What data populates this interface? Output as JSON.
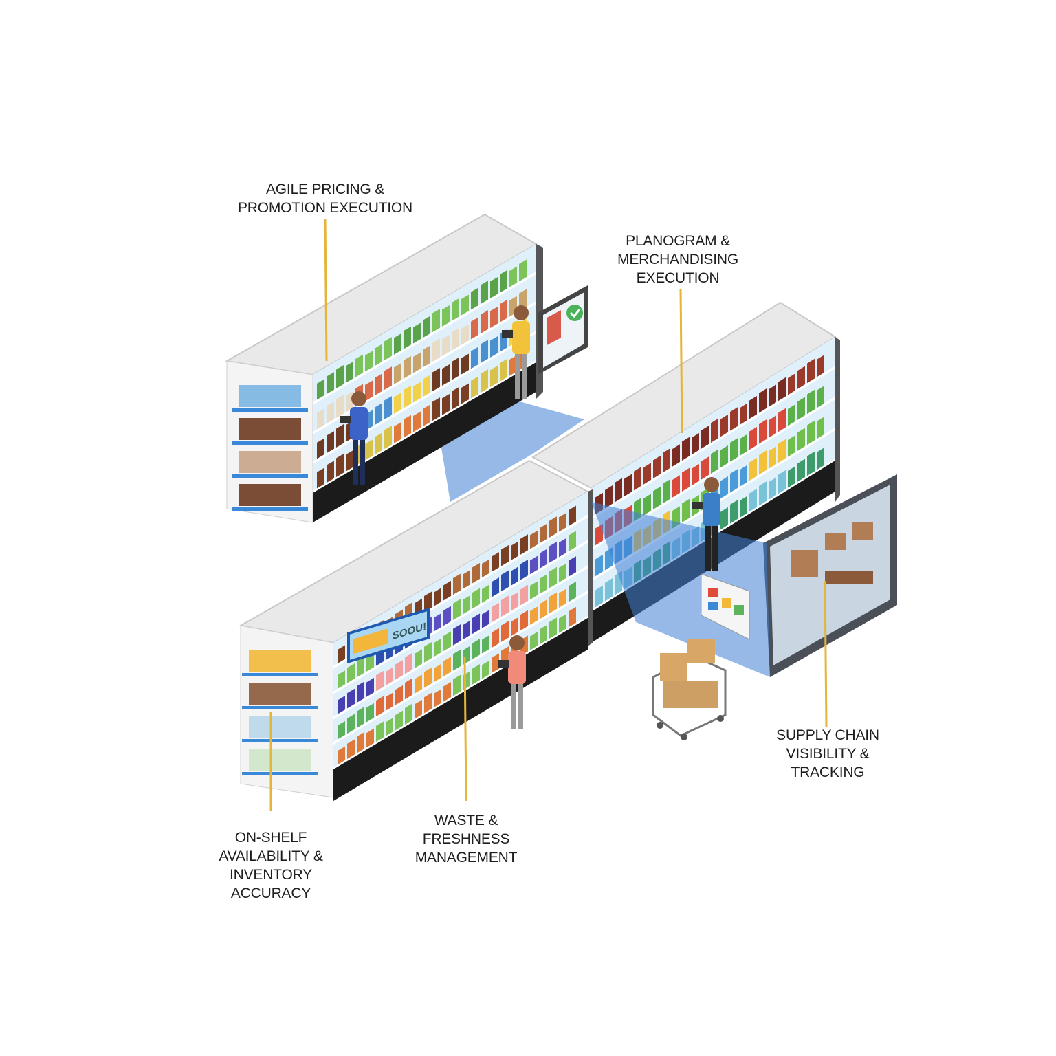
{
  "labels": {
    "agile_pricing": "AGILE PRICING &\nPROMOTION EXECUTION",
    "planogram": "PLANOGRAM &\nMERCHANDISING\nEXECUTION",
    "supply_chain": "SUPPLY CHAIN\nVISIBILITY &\nTRACKING",
    "waste": "WASTE &\nFRESHNESS\nMANAGEMENT",
    "on_shelf": "ON-SHELF\nAVAILABILITY &\nINVENTORY\nACCURACY"
  },
  "promo_sign": {
    "text": "SOOU!"
  },
  "colors": {
    "leader_line": "#e3b53a",
    "scan_beam": "#3f7fd6",
    "shelf_face": "#dff0fb",
    "shelf_kick": "#1b1b1b"
  }
}
